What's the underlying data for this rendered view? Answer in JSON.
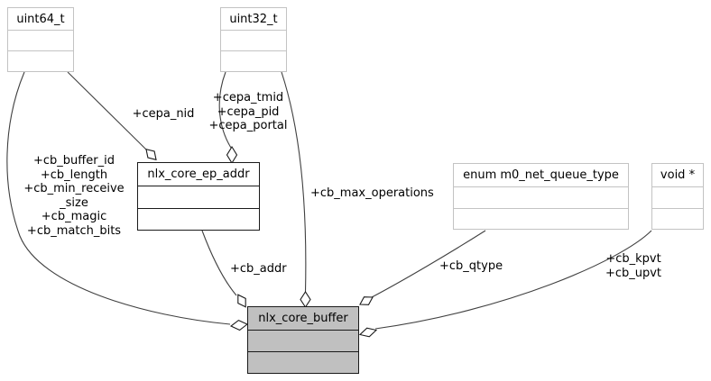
{
  "diagram": {
    "type": "uml-collaboration-diagram",
    "nodes": {
      "uint64": {
        "label": "uint64_t"
      },
      "uint32": {
        "label": "uint32_t"
      },
      "ep_addr": {
        "label": "nlx_core_ep_addr"
      },
      "queue_type": {
        "label": "enum m0_net_queue_type"
      },
      "void_ptr": {
        "label": "void *"
      },
      "core_buffer": {
        "label": "nlx_core_buffer"
      }
    },
    "edges": {
      "cepa_nid": {
        "label": "+cepa_nid",
        "from": "uint64_t",
        "to": "nlx_core_ep_addr"
      },
      "cepa_group": {
        "label": "+cepa_tmid\n+cepa_pid\n+cepa_portal",
        "from": "uint32_t",
        "to": "nlx_core_ep_addr"
      },
      "cb_fields": {
        "label": "+cb_buffer_id\n+cb_length\n+cb_min_receive\n_size\n+cb_magic\n+cb_match_bits",
        "from": "uint64_t",
        "to": "nlx_core_buffer"
      },
      "cb_max_operations": {
        "label": "+cb_max_operations",
        "from": "uint32_t",
        "to": "nlx_core_buffer"
      },
      "cb_addr": {
        "label": "+cb_addr",
        "from": "nlx_core_ep_addr",
        "to": "nlx_core_buffer"
      },
      "cb_qtype": {
        "label": "+cb_qtype",
        "from": "enum m0_net_queue_type",
        "to": "nlx_core_buffer"
      },
      "cb_kpvt_upvt": {
        "label": "+cb_kpvt\n+cb_upvt",
        "from": "void *",
        "to": "nlx_core_buffer"
      }
    },
    "colors": {
      "node_fill": "#ffffff",
      "highlight_fill": "#c0c0c0",
      "light_border": "#c3c3c3",
      "dark_border": "#1a1a1a",
      "edge": "#404040",
      "text": "#000000"
    }
  }
}
